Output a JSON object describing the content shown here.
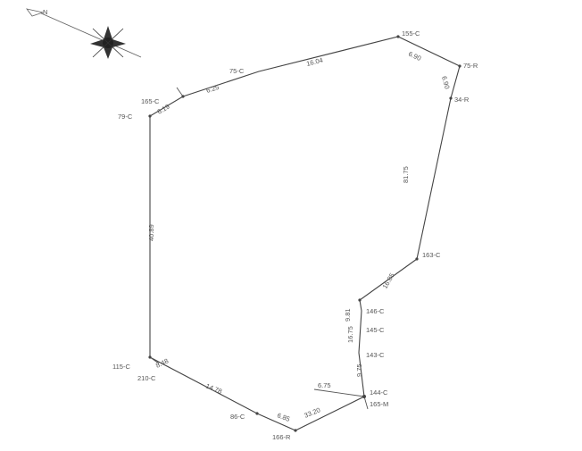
{
  "survey": {
    "north_arrow": {
      "icon": "north-arrow-compass-icon",
      "letter": "N"
    },
    "station_labels": [
      "165-C",
      "79-C",
      "75-C",
      "155-C",
      "75-R",
      "34-R",
      "163-C",
      "146-C",
      "145-C",
      "143-C",
      "144-C",
      "165-M",
      "166-R",
      "86-C",
      "210-C",
      "115-C"
    ],
    "segment_lengths": [
      "6.25",
      "6.19",
      "16.04",
      "6.90",
      "6.90",
      "81.75",
      "16.85",
      "9.81",
      "16.75",
      "14.78",
      "9.75",
      "6.75",
      "33.20",
      "6.85",
      "40.89",
      "8.48"
    ],
    "colors": {
      "line": "#444444",
      "text": "#555555",
      "background": "#ffffff"
    }
  }
}
